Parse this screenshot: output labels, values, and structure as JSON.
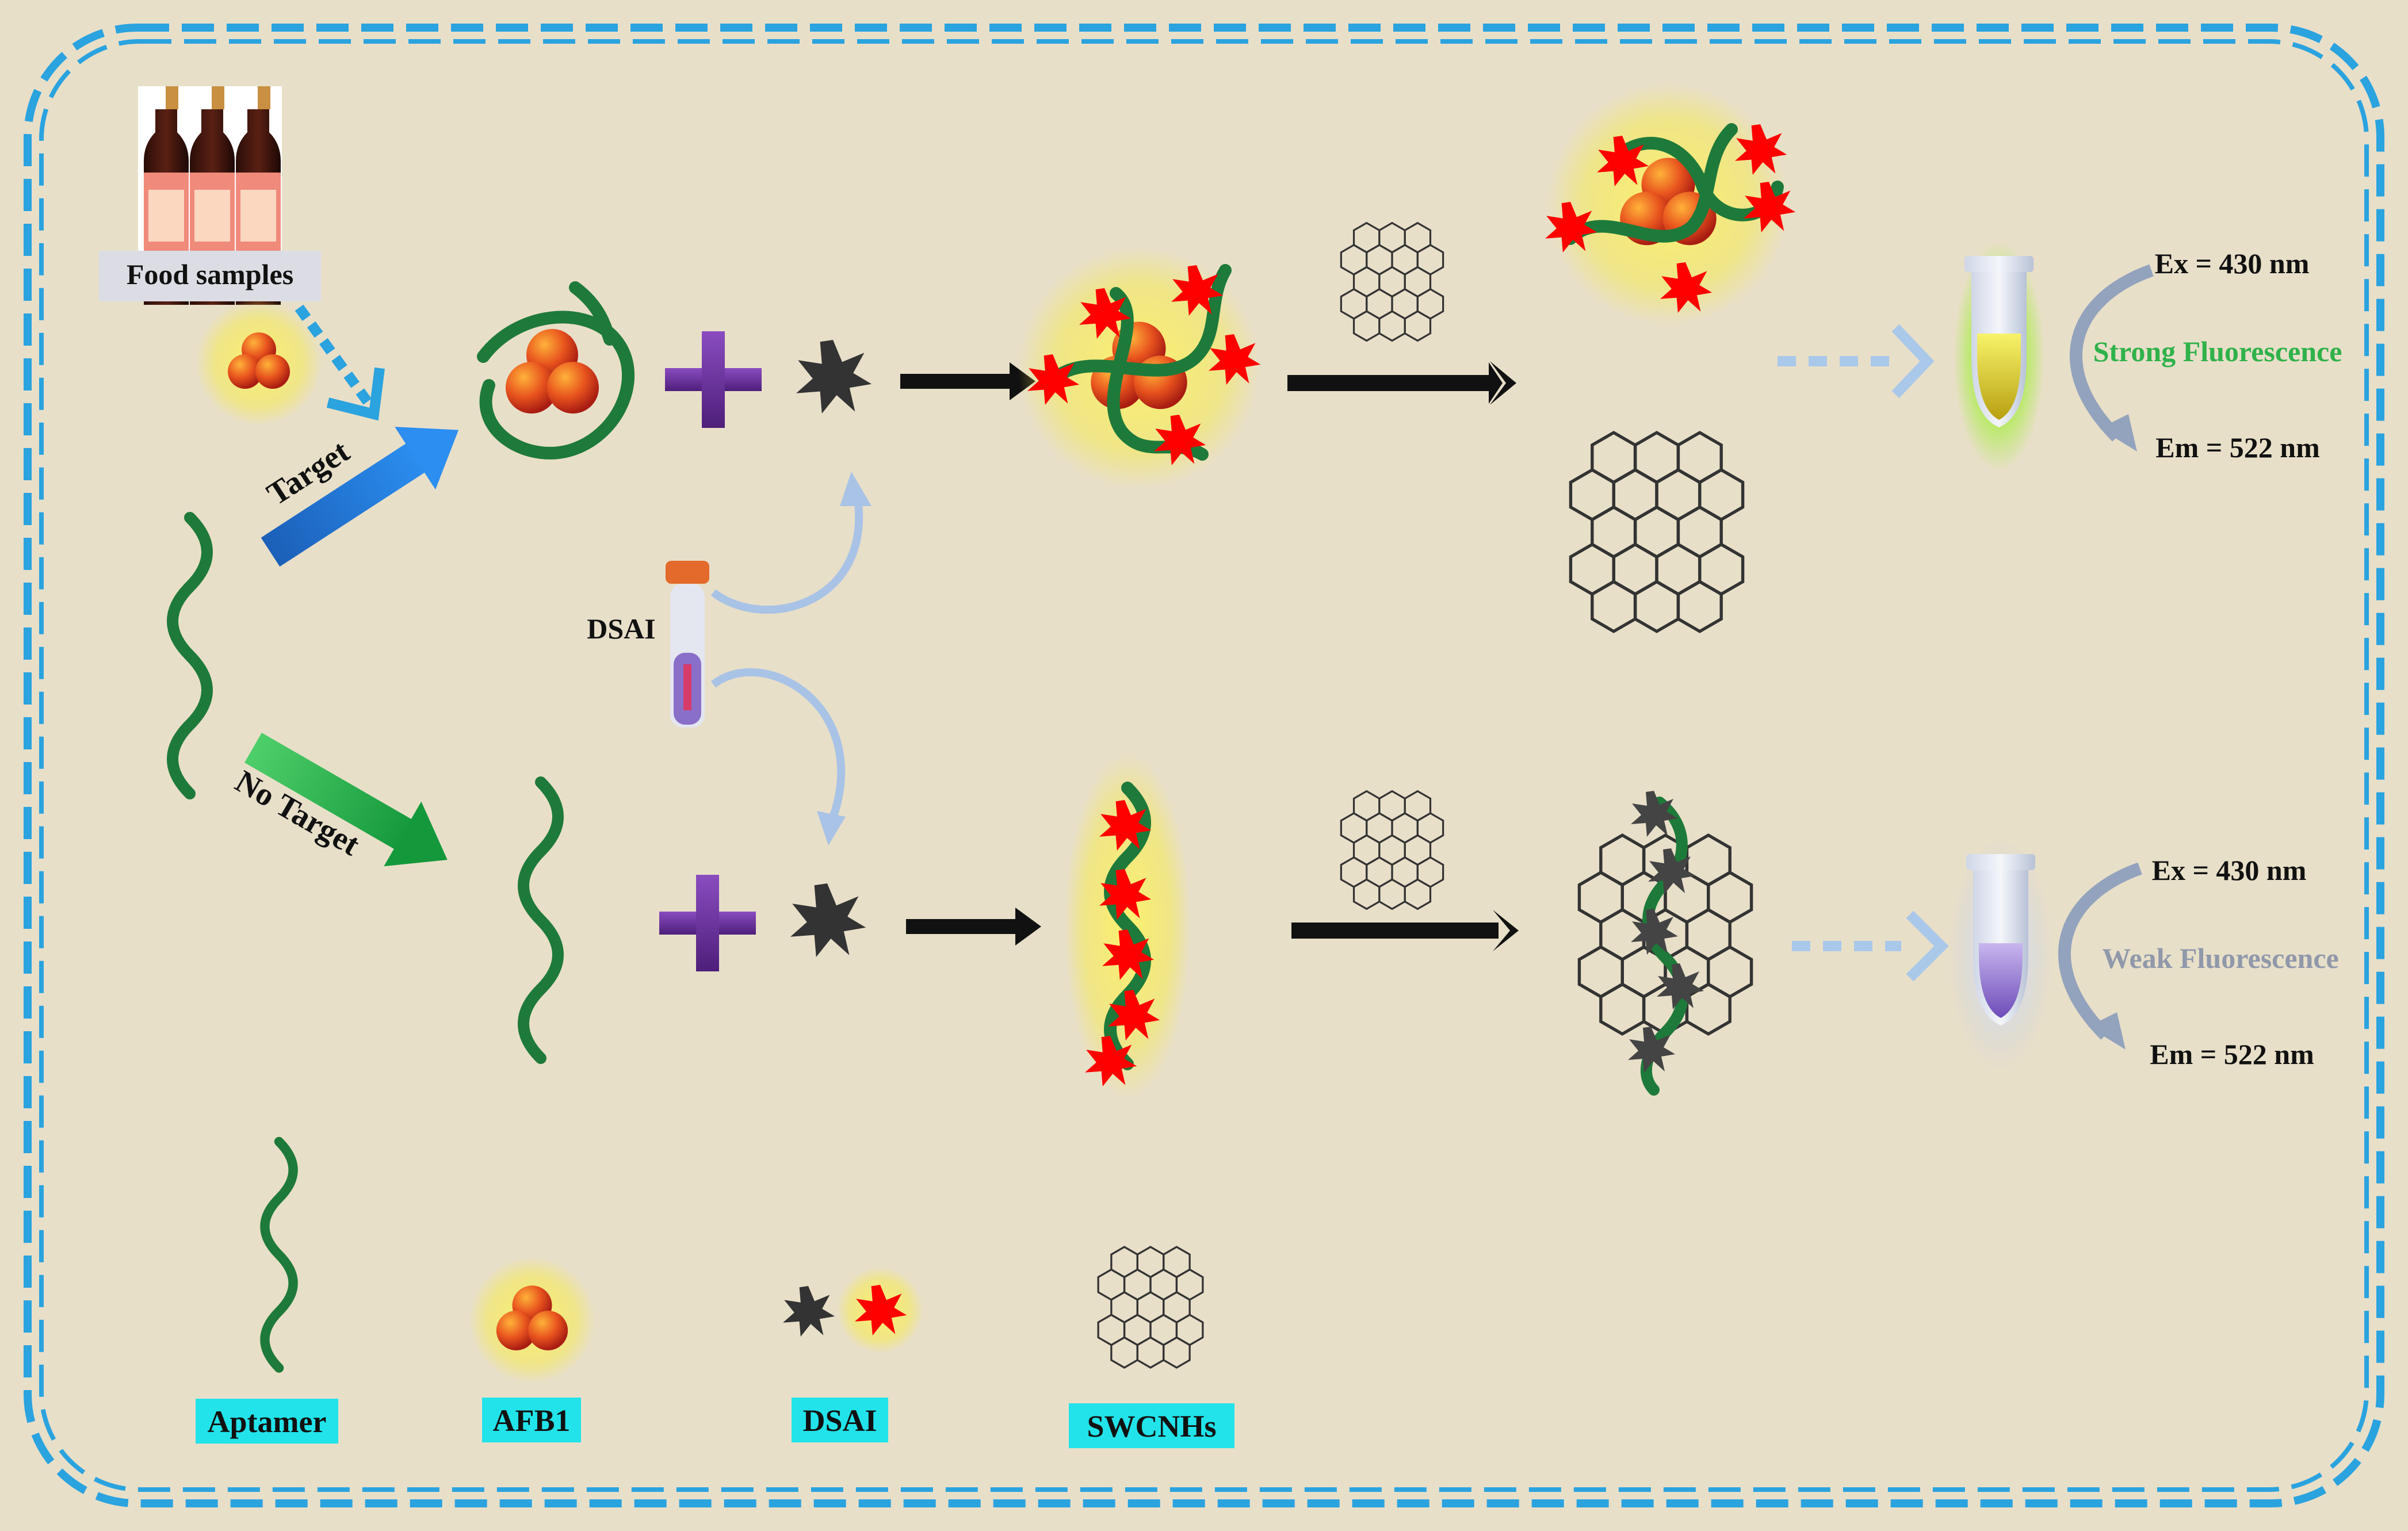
{
  "labels": {
    "food_samples": "Food samples",
    "target": "Target",
    "no_target": "No Target",
    "dsai_vial": "DSAI",
    "ex_top": "Ex = 430 nm",
    "strong": "Strong Fluorescence",
    "em_top": "Em = 522 nm",
    "ex_bottom": "Ex = 430 nm",
    "weak": "Weak Fluorescence",
    "em_bottom": "Em = 522 nm"
  },
  "legend": {
    "aptamer": "Aptamer",
    "afb1": "AFB1",
    "dsai": "DSAI",
    "swcnhs": "SWCNHs"
  },
  "colors": {
    "background": "#e8dfc9",
    "frame": "#2aa3df",
    "aptamer": "#1e7a3a",
    "afb1": "#d63b1f",
    "dsai_bright": "#ff0000",
    "dsai_dark": "#333333",
    "glow": "#f4ee6a",
    "purple_plus": "#6a2f9a",
    "legend_bg": "#22e3ea",
    "strong_text": "#2fb24a",
    "weak_text": "#9098aa",
    "target_arrow": "#1d7ad6",
    "no_target_arrow": "#1fa84a"
  }
}
